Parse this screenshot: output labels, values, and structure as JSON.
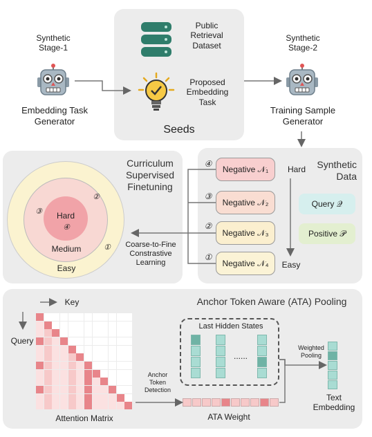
{
  "top": {
    "stage1_title": "Synthetic Stage-1",
    "stage1_line1": "Synthetic",
    "stage1_line2": "Stage-1",
    "stage1_desc_line1": "Embedding Task",
    "stage1_desc_line2": "Generator",
    "stage2_line1": "Synthetic",
    "stage2_line2": "Stage-2",
    "stage2_desc_line1": "Training Sample",
    "stage2_desc_line2": "Generator",
    "seeds": {
      "db_line1": "Public",
      "db_line2": "Retrieval",
      "db_line3": "Dataset",
      "task_line1": "Proposed",
      "task_line2": "Embedding",
      "task_line3": "Task",
      "label": "Seeds"
    }
  },
  "middle": {
    "curriculum_line1": "Curriculum",
    "curriculum_line2": "Supervised",
    "curriculum_line3": "Finetuning",
    "rings": {
      "hard": "Hard",
      "medium": "Medium",
      "easy": "Easy"
    },
    "ring_marks": [
      "④",
      "③",
      "②",
      "①"
    ],
    "arrow_line1": "Coarse-to-Fine",
    "arrow_line2": "Constrastive",
    "arrow_line3": "Learning",
    "negatives": [
      {
        "mark": "④",
        "label": "Negative 𝒩₁"
      },
      {
        "mark": "③",
        "label": "Negative 𝒩₂"
      },
      {
        "mark": "②",
        "label": "Negative 𝒩₃"
      },
      {
        "mark": "①",
        "label": "Negative 𝒩₄"
      }
    ],
    "hard": "Hard",
    "easy": "Easy",
    "synthetic_line1": "Synthetic",
    "synthetic_line2": "Data",
    "query": "Query 𝒬",
    "positive": "Positive 𝒫"
  },
  "bottom": {
    "title": "Anchor Token Aware (ATA) Pooling",
    "key": "Key",
    "query": "Query",
    "matrix_label": "Attention Matrix",
    "detect_line1": "Anchor",
    "detect_line2": "Token",
    "detect_line3": "Detection",
    "weight_label": "ATA Weight",
    "hidden_label": "Last Hidden States",
    "dots": "......",
    "pooling_line1": "Weighted",
    "pooling_line2": "Pooling",
    "embed_line1": "Text",
    "embed_line2": "Embedding"
  },
  "colors": {
    "panel": "#ececec",
    "pink": "#f7c9c9",
    "pink_dark": "#e8858a",
    "matrix_light": "#fbe1e1",
    "easy_ring": "#fbf3d0",
    "medium_ring": "#f8d8d3",
    "hard_ring": "#f1a3a8",
    "neg1": "#f8cfcf",
    "neg2": "#f9ddd2",
    "neg3": "#fbefcf",
    "neg4": "#fbf3d6",
    "query_fill": "#d6efee",
    "positive_fill": "#e3efd0",
    "teal": "#a9dcd3",
    "teal_dark": "#6fb3a5"
  },
  "icons": [
    "robot-icon",
    "database-icon",
    "lightbulb-icon",
    "arrow-icon"
  ]
}
